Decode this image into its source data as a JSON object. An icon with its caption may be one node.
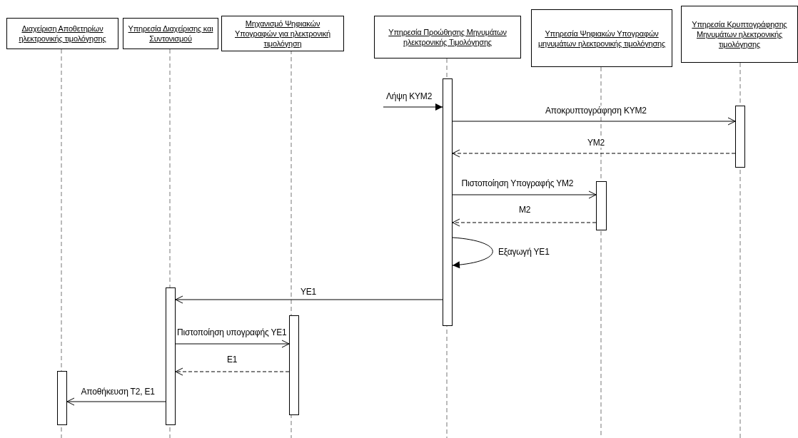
{
  "diagram": {
    "nodes": [
      {
        "text": [
          "Διαχείριση Αποθετηρίων ηλεκτρονικής τιμολόγησης"
        ]
      },
      {
        "text": [
          "Υπηρεσία Διαχείρισης και Συντονισμού"
        ]
      },
      {
        "text": [
          "Μηχανισμό Ψηφιακών Υπογραφών για ηλεκτρονική τιμολόγηση"
        ]
      },
      {
        "text": [
          "Υπηρεσία Προώθησης Μηνυμάτων ηλεκτρονικής Τιμολόγησης"
        ]
      },
      {
        "text": [
          "Υπηρεσία Ψηφιακών Υπογραφών μηνυμάτων ηλεκτρονικής τιμολόγησης"
        ]
      },
      {
        "text": [
          "Υπηρεσία Κρυπτογράφησης Μηνυμάτων ηλεκτρονικής τιμολόγησης"
        ]
      },
      {
        "text": [],
        "shape": "bar"
      },
      {
        "text": [],
        "shape": "bar"
      },
      {
        "text": [],
        "shape": "bar"
      },
      {
        "text": [],
        "shape": "bar"
      },
      {
        "text": [],
        "shape": "bar"
      },
      {
        "text": [],
        "shape": "bar"
      }
    ],
    "edges": [
      {
        "from": null,
        "to": 6,
        "arrow": "to",
        "label": "Λήψη ΚΥΜ2"
      },
      {
        "from": 6,
        "to": 7,
        "arrow": "to",
        "label": "Αποκρυπτογράφηση ΚΥΜ2"
      },
      {
        "from": 7,
        "to": 6,
        "arrow": "to",
        "label": "ΥΜ2",
        "style": "dashed"
      },
      {
        "from": 6,
        "to": 8,
        "arrow": "to",
        "label": "Πιστοποίηση Υπογραφής ΥΜ2"
      },
      {
        "from": 8,
        "to": 6,
        "arrow": "to",
        "label": "Μ2",
        "style": "dashed"
      },
      {
        "from": 6,
        "to": 6,
        "arrow": "to",
        "label": "Εξαγωγή ΥΕ1"
      },
      {
        "from": 6,
        "to": 9,
        "arrow": "to",
        "label": "ΥΕ1"
      },
      {
        "from": 9,
        "to": 10,
        "arrow": "to",
        "label": "Πιστοποίηση υπογραφής ΥΕ1"
      },
      {
        "from": 10,
        "to": 9,
        "arrow": "to",
        "label": "Ε1",
        "style": "dashed"
      },
      {
        "from": 9,
        "to": 11,
        "arrow": "to",
        "label": "Αποθήκευση Τ2, Ε1"
      }
    ]
  }
}
